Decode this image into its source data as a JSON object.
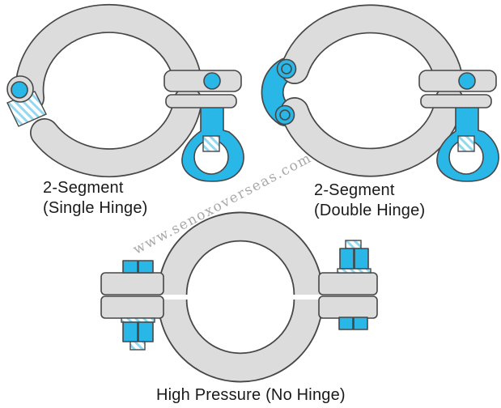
{
  "figures": [
    {
      "label_line1": "2-Segment",
      "label_line2": "(Single Hinge)"
    },
    {
      "label_line1": "2-Segment",
      "label_line2": "(Double Hinge)"
    },
    {
      "label": "High Pressure (No Hinge)"
    }
  ],
  "watermark": "www.senoxoverseas.com",
  "colors": {
    "accent_cyan": "#29b7e8",
    "metal_gray": "#dcdcdc",
    "outline": "#474747",
    "hatch_stripe": "#92d9f0",
    "text": "#1a1a1a",
    "watermark_gray": "#a8a8a8",
    "background": "#ffffff"
  }
}
